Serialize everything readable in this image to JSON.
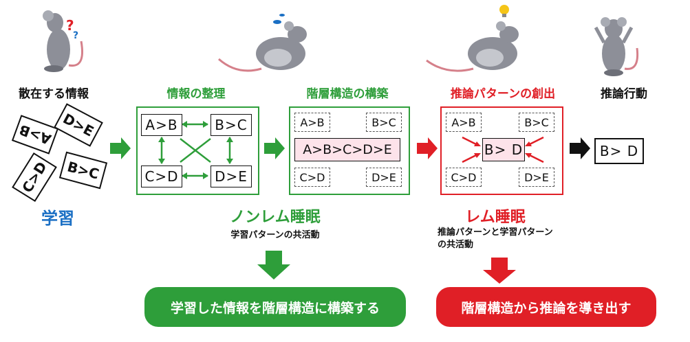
{
  "stages": {
    "scattered": "散在する情報",
    "organize": "情報の整理",
    "hierarchy": "階層構造の構築",
    "pattern": "推論パターンの創出",
    "action": "推論行動"
  },
  "scattered_cards": [
    "A>B",
    "D>E",
    "C>D",
    "B>C"
  ],
  "learning_label": "学習",
  "organize_boxes": [
    "A>B",
    "B>C",
    "C>D",
    "D>E"
  ],
  "hierarchy": {
    "corners": [
      "A>B",
      "B>C",
      "C>D",
      "D>E"
    ],
    "chain": "A>B>C>D>E"
  },
  "pattern": {
    "corners": [
      "A>B",
      "B>C",
      "C>D",
      "D>E"
    ],
    "center": "B> D"
  },
  "action_box": "B> D",
  "nrem": {
    "title": "ノンレム睡眠",
    "sub": "学習パターンの共活動",
    "result": "学習した情報を階層構造に構築する"
  },
  "rem": {
    "title": "レム睡眠",
    "sub1": "推論パターンと学習パターン",
    "sub2": "の共活動",
    "result": "階層構造から推論を導き出す"
  },
  "colors": {
    "green": "#2e9e3a",
    "red": "#e01f26",
    "blue": "#1a6fc4",
    "pink": "#fde3ea"
  }
}
